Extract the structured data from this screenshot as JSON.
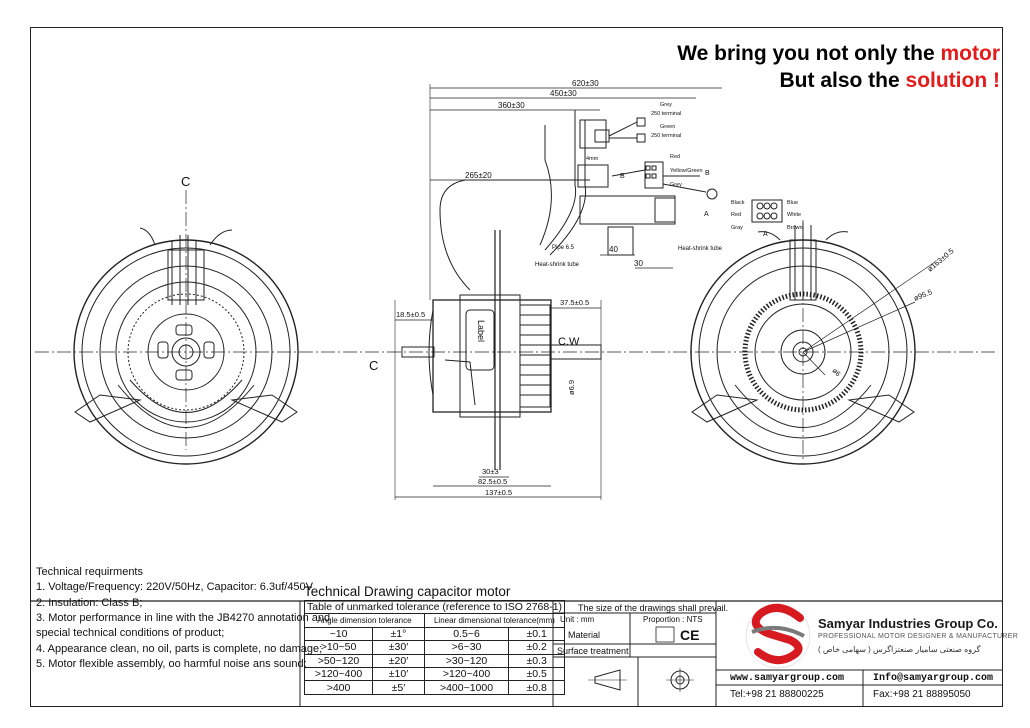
{
  "slogan": {
    "line1_prefix": "We bring you not only the ",
    "line1_highlight": "motor",
    "line2_prefix": "But also the ",
    "line2_highlight": "solution !",
    "highlight_color": "#e31b1b"
  },
  "dimensions": {
    "d620": "620±30",
    "d450": "450±30",
    "d360": "360±30",
    "d265": "265±20",
    "d40": "40",
    "d30": "30",
    "d185": "18.5±0.5",
    "d375": "37.5±0.5",
    "d30b": "30±3",
    "d825": "82.5±0.5",
    "d137": "137±0.5",
    "shaft": "ø6.9",
    "dia163": "ø163±0.5",
    "dia95": "ø95.5",
    "dia6": "ø6"
  },
  "drawing_labels": {
    "c_left": "C",
    "c_mid": "C",
    "cw": "C.W",
    "label": "Label",
    "pipe": "Pipe 6.5",
    "heat_tube_a": "Heat-shrink tube",
    "heat_tube_b": "Heat-shrink tube",
    "grey_term": "Grey",
    "term250a": "250 terminal",
    "green": "Green",
    "term250b": "250 terminal",
    "red": "Red",
    "yellow_green": "Yellow/Green",
    "grey2": "Grey",
    "b_label": "B",
    "b_label2": "B",
    "a_label": "A",
    "a_arrow": "A",
    "black": "Black",
    "blue": "Blue",
    "red2": "Red",
    "white": "White",
    "gray3": "Gray",
    "brown": "Brown",
    "term4": "4mm"
  },
  "requirements": {
    "title": "Technical requirments",
    "items": [
      "1. Voltage/Frequency: 220V/50Hz, Capacitor: 6.3uf/450V",
      "2. Insulation: Class B;",
      "3. Motor performance in line with the JB4270 annotation and",
      "special technical conditions of product;",
      "4. Appearance clean, no oil, parts is complete, no damage;",
      "5. Motor flexible assembly, oo harmful noise ans sound;"
    ]
  },
  "title_block": {
    "drawing_title": "Technical Drawing  capacitor motor",
    "tolerance_title": "Table of unmarked tolerance (reference to ISO 2768-1)",
    "angle_header": "Angle dimension tolerance",
    "linear_header": "Linear dimensional tolerance(mm)",
    "rows": [
      {
        "angle": "~10",
        "angle_tol": "±1°",
        "linear": "0.5~6",
        "linear_tol": "±0.1"
      },
      {
        "angle": ">10~50",
        "angle_tol": "±30′",
        "linear": ">6~30",
        "linear_tol": "±0.2"
      },
      {
        "angle": ">50~120",
        "angle_tol": "±20′",
        "linear": ">30~120",
        "linear_tol": "±0.3"
      },
      {
        "angle": ">120~400",
        "angle_tol": "±10′",
        "linear": ">120~400",
        "linear_tol": "±0.5"
      },
      {
        "angle": ">400",
        "angle_tol": "±5′",
        "linear": ">400~1000",
        "linear_tol": "±0.8"
      }
    ],
    "size_note": "The size of the drawings shall prevail.",
    "unit": "Unit : mm",
    "proportion": "Proportion :  NTS",
    "material": "Material",
    "surface": "Surface treatment",
    "ce_mark": "CE"
  },
  "company": {
    "name": "Samyar Industries Group Co.",
    "subtitle": "PROFESSIONAL MOTOR DESIGNER & MANUFACTURER",
    "farsi": "گروه صنعتی سامیار صنعتزاگرس ( سهامی خاص )",
    "web": "www.samyargroup.com",
    "email": "Info@samyargroup.com",
    "tel": "Tel:+98 21 88800225",
    "fax": "Fax:+98 21 88895050",
    "logo_color": "#d71920",
    "logo_gray": "#7a7a7a"
  }
}
